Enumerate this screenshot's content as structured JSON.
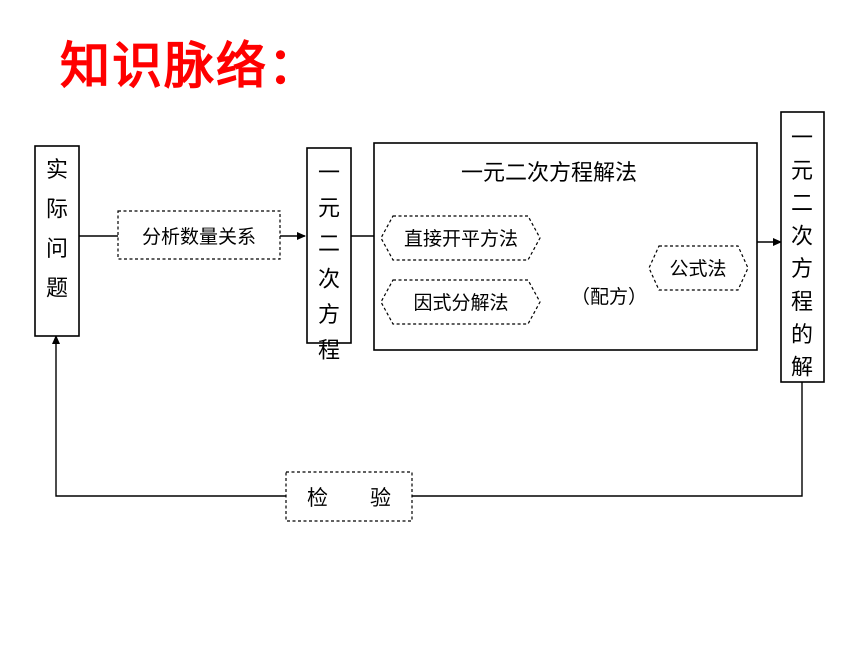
{
  "title": "知识脉络：",
  "title_color": "#ff0000",
  "nodes": {
    "actual_problem": "实际问题",
    "analyze": "分析数量关系",
    "equation": "一元二次方程",
    "methods_title": "一元二次方程解法",
    "direct_sqrt": "直接开平方法",
    "factor": "因式分解法",
    "complete_square": "（配方）",
    "formula": "公式法",
    "solution": "一元二次方程的解",
    "check": "检　　验"
  }
}
